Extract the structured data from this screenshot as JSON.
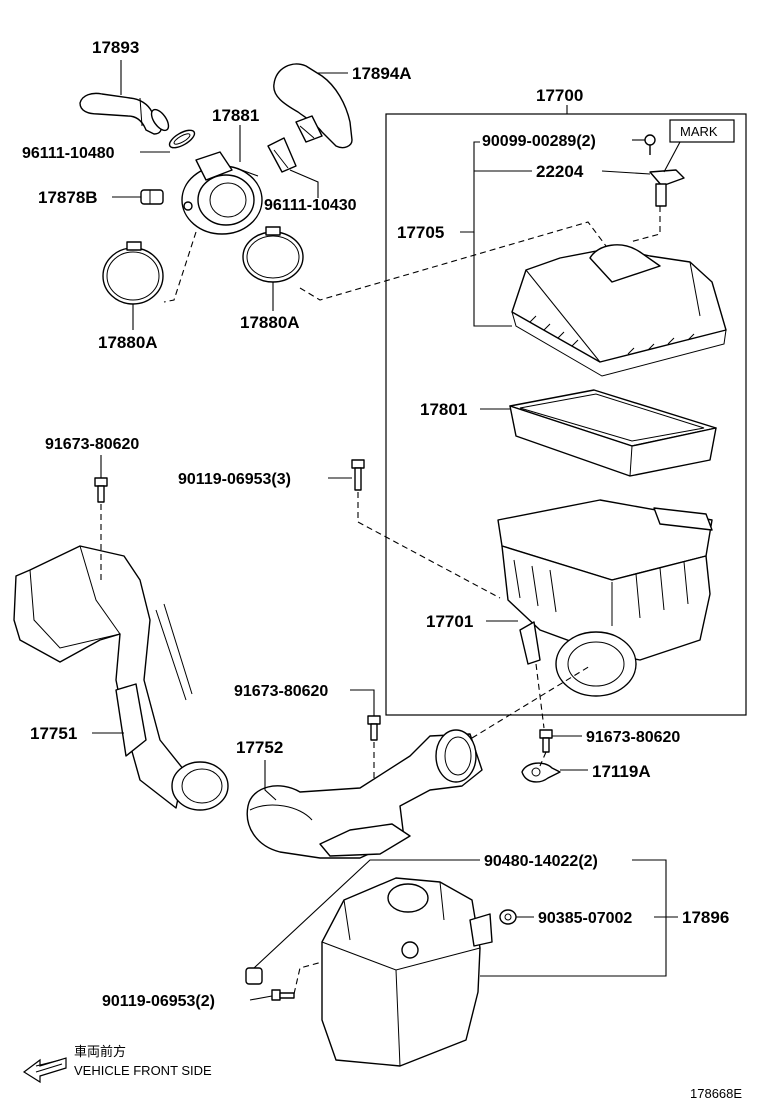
{
  "diagram": {
    "figure_code": "178668E",
    "direction_note_jp": "車両前方",
    "direction_note_en": "VEHICLE FRONT SIDE",
    "mark_label": "MARK",
    "parts": {
      "p17893": "17893",
      "p17894A": "17894A",
      "p17881": "17881",
      "p96111_10480": "96111-10480",
      "p17878B": "17878B",
      "p96111_10430": "96111-10430",
      "p17880A_left": "17880A",
      "p17880A_right": "17880A",
      "p17700": "17700",
      "p90099_00289": "90099-00289(2)",
      "p22204": "22204",
      "p17705": "17705",
      "p17801": "17801",
      "p91673_80620_top": "91673-80620",
      "p90119_06953_3": "90119-06953(3)",
      "p17701": "17701",
      "p91673_80620_mid": "91673-80620",
      "p17751": "17751",
      "p17752": "17752",
      "p91673_80620_right": "91673-80620",
      "p17119A": "17119A",
      "p90480_14022": "90480-14022(2)",
      "p90385_07002": "90385-07002",
      "p17896": "17896",
      "p90119_06953_2": "90119-06953(2)"
    }
  }
}
